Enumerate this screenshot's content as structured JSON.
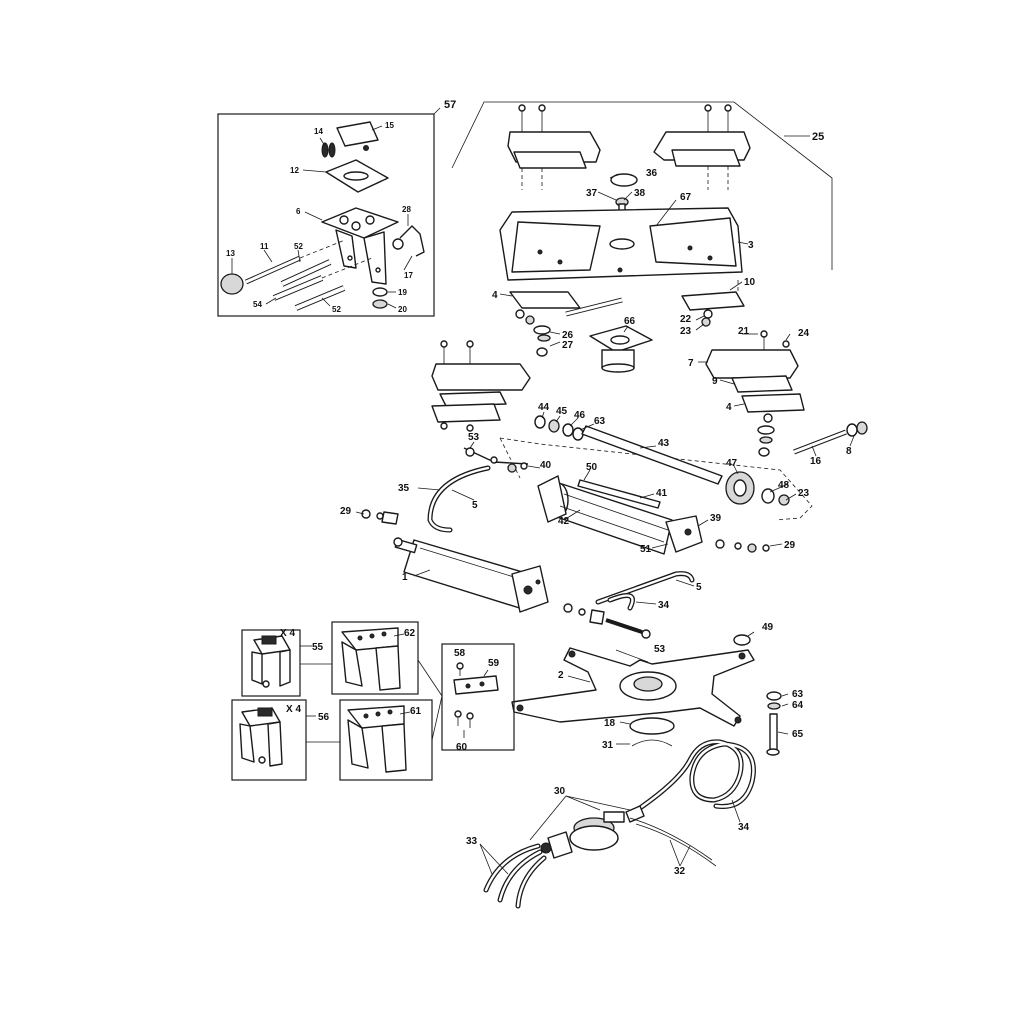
{
  "labels": {
    "p57": "57",
    "p14": "14",
    "p15": "15",
    "p12": "12",
    "p6": "6",
    "p28": "28",
    "p13": "13",
    "p11": "11",
    "p52a": "52",
    "p17": "17",
    "p19": "19",
    "p20": "20",
    "p54": "54",
    "p52b": "52",
    "p25": "25",
    "p36": "36",
    "p37": "37",
    "p38": "38",
    "p67": "67",
    "p3": "3",
    "p4a": "4",
    "p10": "10",
    "p26": "26",
    "p27": "27",
    "p66": "66",
    "p22": "22",
    "p23a": "23",
    "p21": "21",
    "p24": "24",
    "p7": "7",
    "p9": "9",
    "p4b": "4",
    "p44": "44",
    "p45": "45",
    "p46": "46",
    "p63a": "63",
    "p43": "43",
    "p53a": "53",
    "p40": "40",
    "p50": "50",
    "p47": "47",
    "p16": "16",
    "p8": "8",
    "p35": "35",
    "p5a": "5",
    "p41": "41",
    "p48": "48",
    "p23b": "23",
    "p29a": "29",
    "p42": "42",
    "p39": "39",
    "p51": "51",
    "p29b": "29",
    "p1": "1",
    "p5b": "5",
    "p34a": "34",
    "p55": "55",
    "p62": "62",
    "x4a": "X 4",
    "p58": "58",
    "p59": "59",
    "p53b": "53",
    "p49": "49",
    "p2": "2",
    "p63b": "63",
    "p64": "64",
    "x4b": "X 4",
    "p56": "56",
    "p61": "61",
    "p60": "60",
    "p18": "18",
    "p65": "65",
    "p31": "31",
    "p30": "30",
    "p34b": "34",
    "p33": "33",
    "p32": "32"
  }
}
